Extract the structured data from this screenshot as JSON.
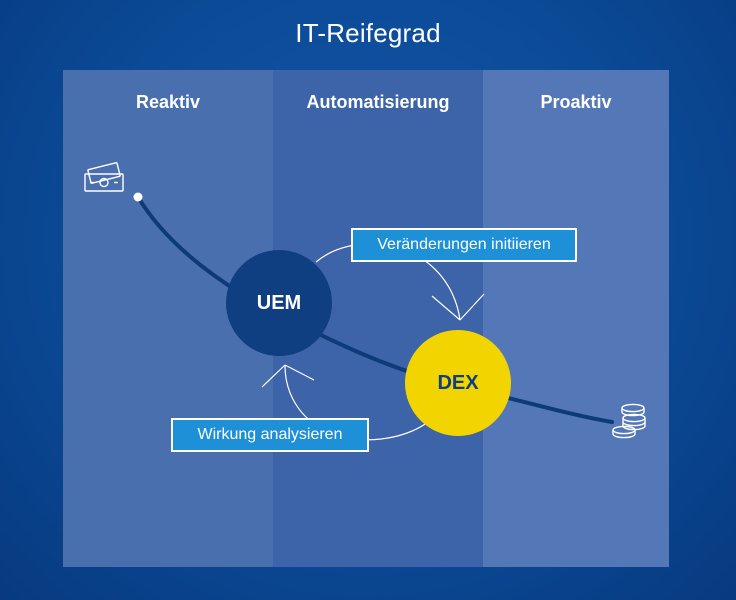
{
  "title": "IT-Reifegrad",
  "columns": [
    {
      "label": "Reaktiv"
    },
    {
      "label": "Automatisierung"
    },
    {
      "label": "Proaktiv"
    }
  ],
  "nodes": {
    "uem": "UEM",
    "dex": "DEX"
  },
  "arrows": {
    "top_label": "Veränderungen initiieren",
    "bottom_label": "Wirkung analysieren"
  },
  "icons": {
    "start": "money-bills-icon",
    "end": "coin-stack-icon"
  },
  "colors": {
    "uem": "#0f3f80",
    "dex": "#f2d500",
    "label_box": "#1e90d8"
  }
}
